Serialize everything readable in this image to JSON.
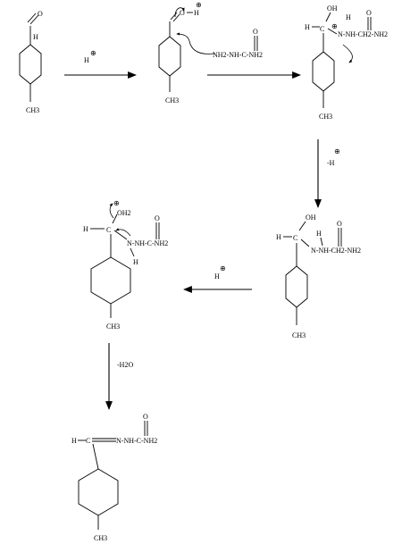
{
  "stages": [
    {
      "aldehyde_o": "O",
      "aldehyde_h": "H",
      "methyl": "CH3"
    },
    {
      "protonated_o": "O",
      "o_h": "H",
      "charge": "⊕",
      "methyl": "CH3",
      "nucleophile": "NH2-NH-C-NH2",
      "carbonyl_o": "O"
    },
    {
      "h": "H",
      "c": "C",
      "oh": "OH",
      "nh_h": "H",
      "charge": "⊕",
      "chain": "N-NH-CH2-NH2",
      "carbonyl_o": "O",
      "methyl": "CH3"
    },
    {
      "h": "H",
      "c": "C",
      "oh": "OH",
      "chain": "N-NH-CH2-NH2",
      "carbonyl_o": "O",
      "nh_h": "H",
      "methyl": "CH3"
    },
    {
      "h": "H",
      "c": "C",
      "oh2": "OH2",
      "charge": "⊕",
      "chain": "N-NH-C-NH2",
      "carbonyl_o": "O",
      "nh_h": "H",
      "methyl": "CH3"
    },
    {
      "h": "H",
      "c": "C",
      "chain": "N-NH-C-NH2",
      "carbonyl_o": "O",
      "methyl": "CH3"
    }
  ],
  "arrows": [
    {
      "label_main": "H",
      "label_charge": "⊕"
    },
    {
      "label_main": "",
      "label_charge": ""
    },
    {
      "label_main": "-H",
      "label_charge": "⊕"
    },
    {
      "label_main": "H",
      "label_charge": "⊕"
    },
    {
      "label_main": "-H2O",
      "label_charge": ""
    }
  ]
}
